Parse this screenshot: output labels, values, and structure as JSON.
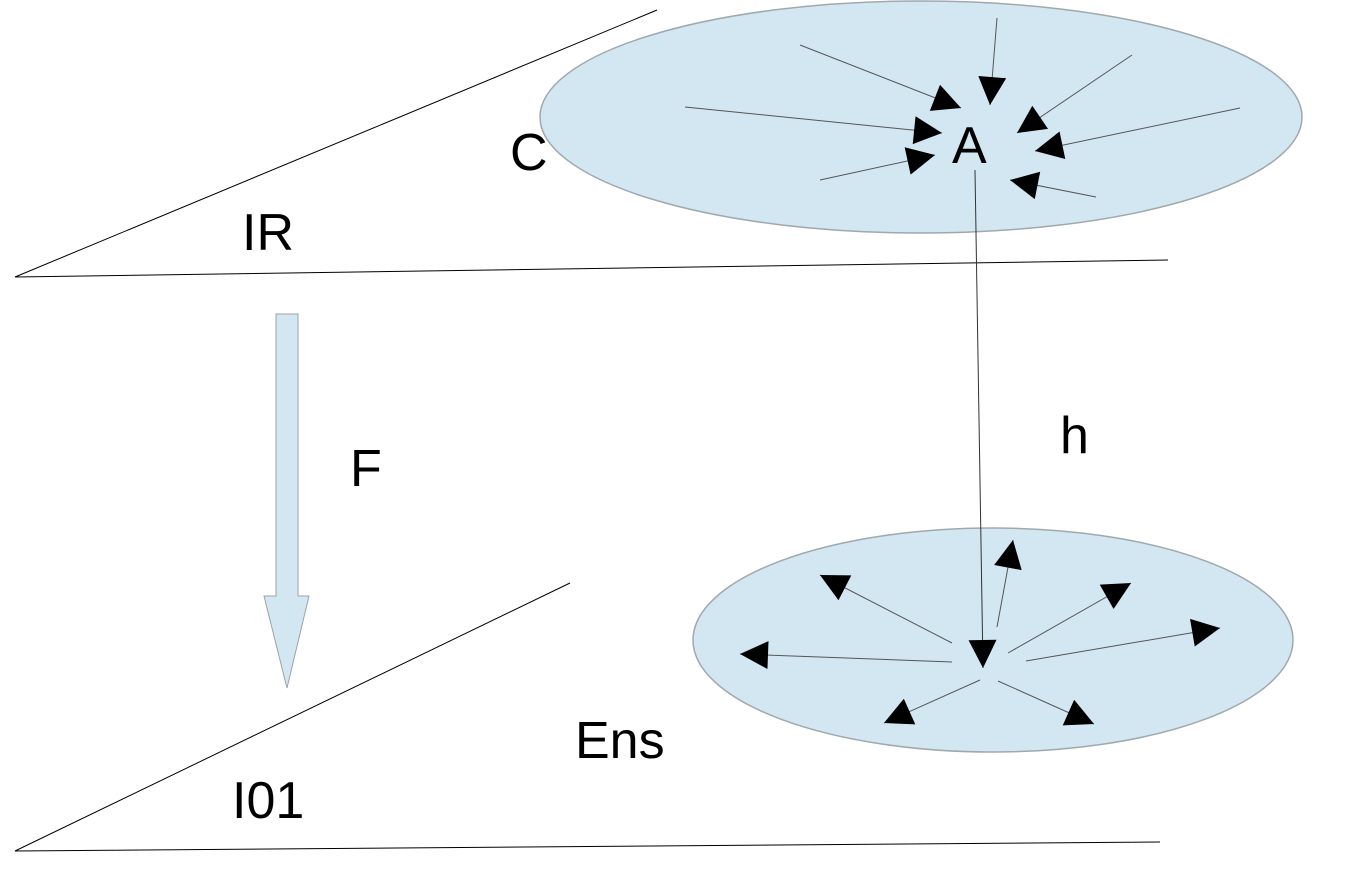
{
  "labels": {
    "upper_plane": "IR",
    "lower_plane": "I01",
    "map_arrow": "F",
    "upper_region": "C",
    "upper_point": "A",
    "vertical_map": "h",
    "lower_region": "Ens"
  },
  "colors": {
    "region_fill": "#d3e7f3",
    "region_stroke": "#a0a8ae",
    "arrow_fill": "#d3e7f3",
    "arrow_stroke": "#9aa3aa",
    "line": "#000000"
  }
}
